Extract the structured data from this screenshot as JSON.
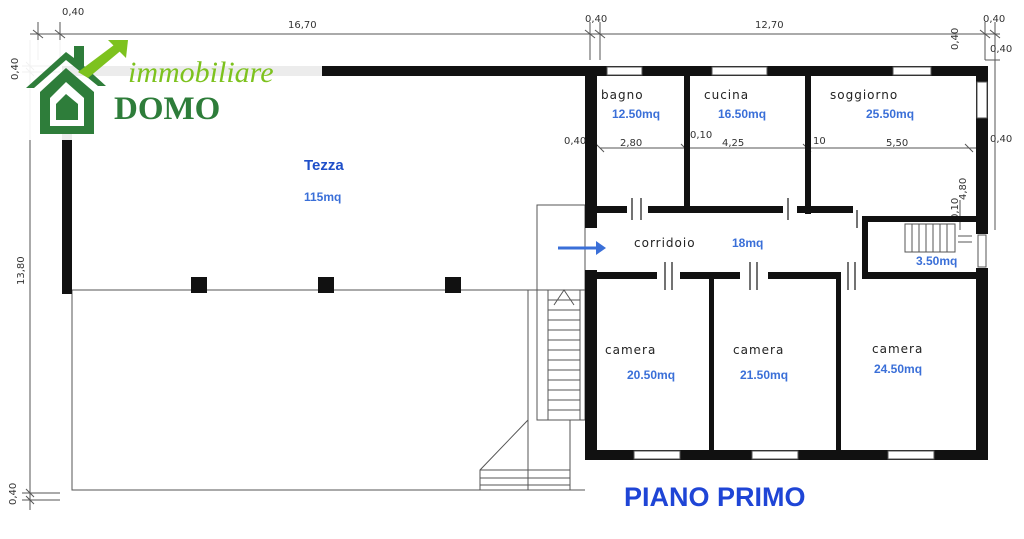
{
  "logo": {
    "line1": "immobiliare",
    "line2": "DOMO"
  },
  "plan": {
    "title": "PIANO PRIMO",
    "tezza": {
      "name": "Tezza",
      "area": "115mq"
    },
    "rooms": {
      "bagno": {
        "name": "bagno",
        "area": "12.50mq"
      },
      "cucina": {
        "name": "cucina",
        "area": "16.50mq"
      },
      "soggiorno": {
        "name": "soggiorno",
        "area": "25.50mq"
      },
      "corridoio": {
        "name": "corridoio",
        "area": "18mq"
      },
      "stairwell": {
        "area": "3.50mq"
      },
      "camera1": {
        "name": "camera",
        "area": "20.50mq"
      },
      "camera2": {
        "name": "camera",
        "area": "21.50mq"
      },
      "camera3": {
        "name": "camera",
        "area": "24.50mq"
      }
    },
    "dimensions": {
      "top_left_wall": "0,40",
      "top_span_1": "16,70",
      "top_mid_wall": "0,40",
      "top_span_2": "12,70",
      "top_right_wall": "0,40",
      "left_top_wall": "0,40",
      "left_height": "13,80",
      "left_bottom_wall": "0,40",
      "bagno_width": "2,80",
      "cucina_width": "4,25",
      "soggiorno_width": "5,50",
      "bagno_left_wall": "0,40",
      "cucina_wall": "0,10",
      "soggiorno_wall": "10",
      "right_wall": "0,40",
      "right_vertical_1": "0,40",
      "right_vertical_2": "4,80",
      "right_vertical_3": "0,10",
      "right_upper_wall": "0,40"
    }
  },
  "colors": {
    "accent_blue": "#1f45d6",
    "area_blue": "#3a6fd8",
    "logo_green_light": "#7dc21e",
    "logo_green_dark": "#2e7d3a",
    "wall": "#111111"
  }
}
